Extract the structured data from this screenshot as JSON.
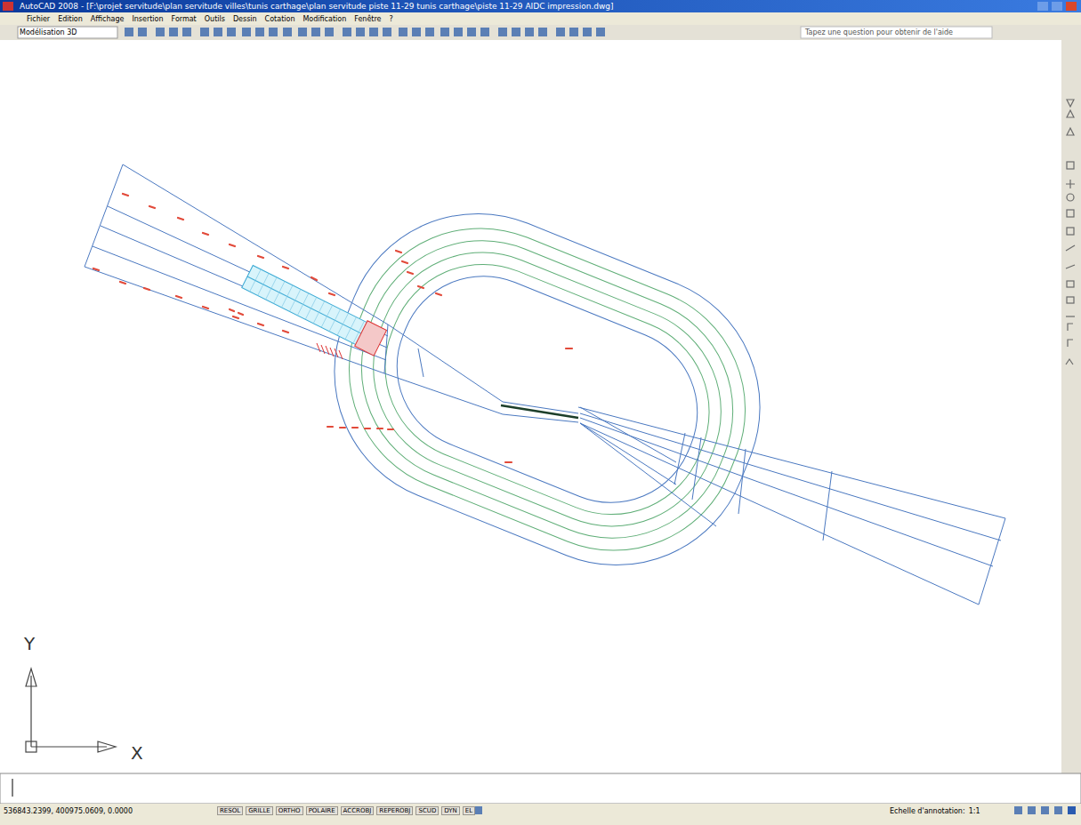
{
  "diagram": {
    "labels": [
      "AutoCAD 2008 - [F:\\projet servitude\\plan servitude villes\\tunis carthage\\plan servitude piste 11-29 tunis carthage\\piste 11-29 AIDC impression.dwg]",
      "Fichier",
      "Edition",
      "Affichage",
      "Insertion",
      "Format",
      "Outils",
      "Dessin",
      "Cotation",
      "Modification",
      "Fenêtre",
      "?",
      "Tapez une question pour obtenir de l'aide",
      "Modélisation 3D",
      "Y",
      "X",
      "536843.2399, 400975.0609, 0.0000",
      "RESOL",
      "GRILLE",
      "ORTHO",
      "POLAIRE",
      "ACCROBJ",
      "REPEROBJ",
      "SCUD",
      "DYN",
      "EL",
      "Echelle d'annotation:",
      "1:1"
    ]
  }
}
